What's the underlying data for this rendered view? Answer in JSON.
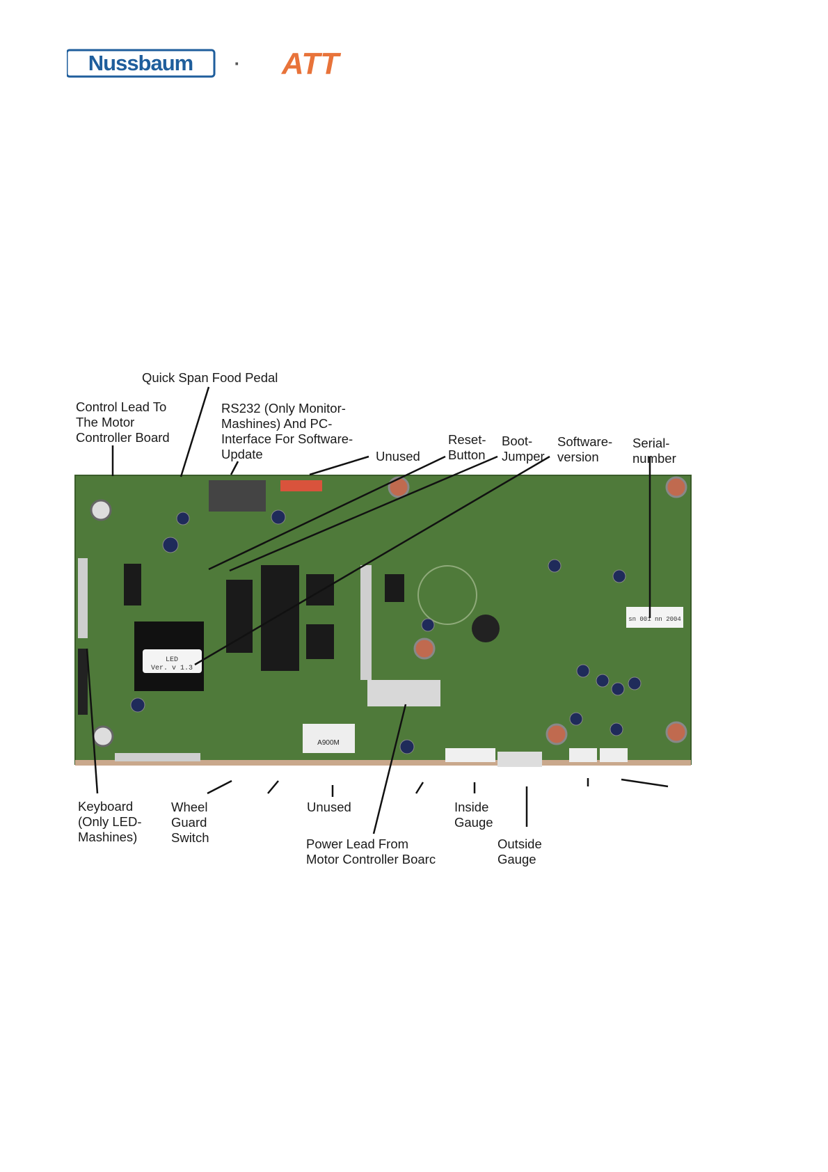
{
  "header": {
    "brand_left": "Nussbaum",
    "brand_separator": "·",
    "brand_right": "ATT",
    "brand_left_color": "#1f5e9c",
    "brand_right_color": "#e8733a"
  },
  "board": {
    "sticker_software": "LED\nVer. v 1.3",
    "sticker_serial": "sn 001 nn 2004",
    "relay_marking": "A900M",
    "pcb_color": "#4f7a3a"
  },
  "labels": {
    "quick_span": "Quick Span Food Pedal",
    "control_lead": "Control Lead To\nThe Motor\nController Board",
    "rs232": "RS232 (Only Monitor-\nMashines) And PC-\nInterface For Software-\nUpdate",
    "unused_top": "Unused",
    "reset_button": "Reset-\nButton",
    "boot_jumper": "Boot-\nJumper",
    "software_version": "Software-\nversion",
    "serial_number": "Serial-\nnumber",
    "keyboard": "Keyboard\n(Only LED-\nMashines)",
    "wheel_guard": "Wheel\nGuard\nSwitch",
    "unused_bottom": "Unused",
    "power_lead": "Power Lead From\nMotor Controller Boarc",
    "inside_gauge": "Inside\nGauge",
    "outside_gauge": "Outside\nGauge"
  }
}
